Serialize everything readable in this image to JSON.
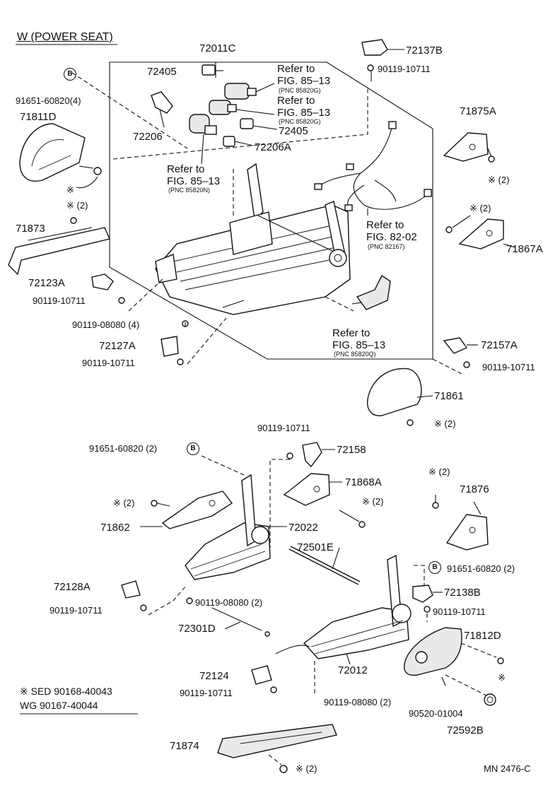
{
  "title": "W (POWER SEAT)",
  "figure_code": "MN 2476-C",
  "labels": {
    "p72011c": "72011C",
    "p72137b": "72137B",
    "p90119_10711": "90119-10711",
    "p72405": "72405",
    "refer": "Refer to",
    "fig8513": "FIG. 85–13",
    "fig8202": "FIG. 82-02",
    "pnc85820g": "(PNC 85820G)",
    "pnc85820n": "(PNC 85820N)",
    "pnc85820q": "(PNC 85820Q)",
    "pnc82167": "(PNC 82167)",
    "p72206": "72206",
    "p72206a": "72206A",
    "p71875a": "71875A",
    "p71867a": "71867A",
    "star2": "※ (2)",
    "star": "※",
    "callout_b": "B",
    "p91651_4": "91651-60820(4)",
    "p91651_2": "91651-60820 (2)",
    "p71811d": "71811D",
    "p71873": "71873",
    "p72123a": "72123A",
    "p90119_08080_4": "90119-08080 (4)",
    "p90119_08080_2": "90119-08080 (2)",
    "p72127a": "72127A",
    "p72157a": "72157A",
    "p71861": "71861",
    "p72158": "72158",
    "p71868a": "71868A",
    "p71876": "71876",
    "p71862": "71862",
    "p72022": "72022",
    "p72501e": "72501E",
    "p72128a": "72128A",
    "p72138b": "72138B",
    "p72301d": "72301D",
    "p71812d": "71812D",
    "p72012": "72012",
    "p72124": "72124",
    "p90520": "90520-01004",
    "p72592b": "72592B",
    "p71874": "71874"
  },
  "notes": {
    "sed": "※  SED 90168-40043",
    "wg": "WG 90167-40044"
  }
}
